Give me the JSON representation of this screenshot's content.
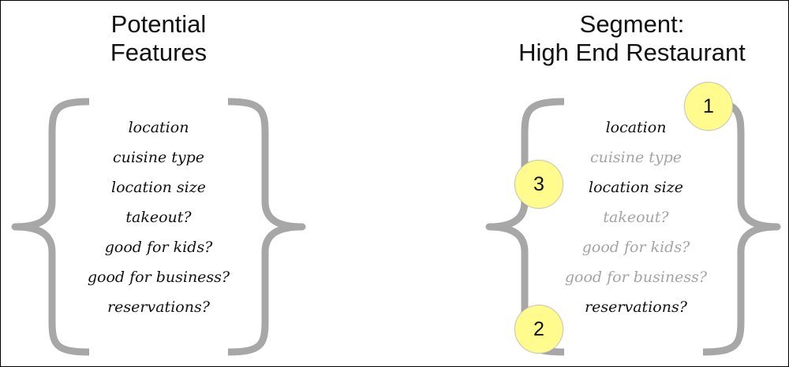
{
  "left": {
    "heading": [
      "Potential",
      "Features"
    ],
    "features": [
      {
        "label": "location"
      },
      {
        "label": "cuisine type"
      },
      {
        "label": "location size"
      },
      {
        "label": "takeout?"
      },
      {
        "label": "good for kids?"
      },
      {
        "label": "good for business?"
      },
      {
        "label": "reservations?"
      }
    ]
  },
  "right": {
    "heading": [
      "Segment:",
      "High End Restaurant"
    ],
    "features": [
      {
        "label": "location",
        "selected": true
      },
      {
        "label": "cuisine type",
        "selected": false
      },
      {
        "label": "location size",
        "selected": true
      },
      {
        "label": "takeout?",
        "selected": false
      },
      {
        "label": "good for kids?",
        "selected": false
      },
      {
        "label": "good for business?",
        "selected": false
      },
      {
        "label": "reservations?",
        "selected": true
      }
    ],
    "markers": [
      "1",
      "3",
      "2"
    ]
  },
  "colors": {
    "brace": "#a7a7a7",
    "marker": "#fffb8c",
    "selected_text": "#111111",
    "faded_text": "#a4a4a4"
  }
}
